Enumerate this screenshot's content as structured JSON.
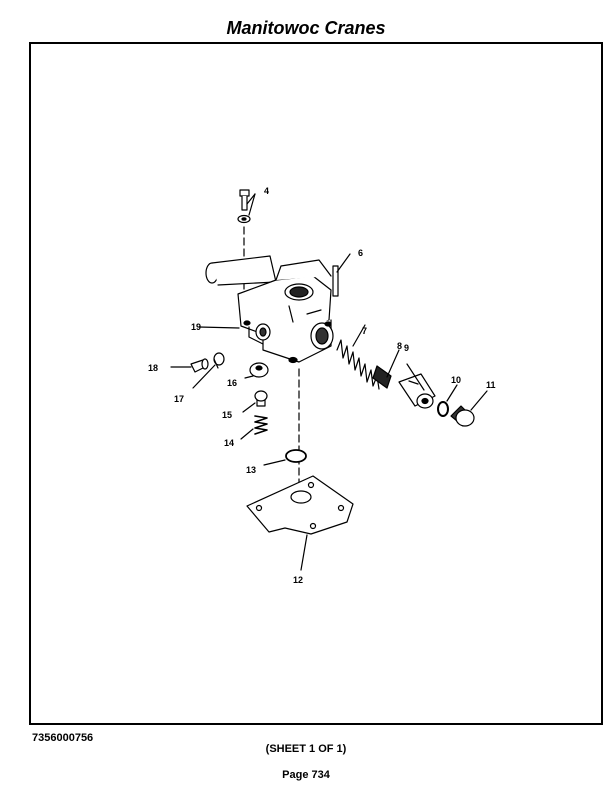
{
  "header": {
    "title": "Manitowoc Cranes"
  },
  "diagram": {
    "callouts": [
      "4",
      "6",
      "7",
      "8",
      "9",
      "10",
      "11",
      "12",
      "13",
      "14",
      "15",
      "16",
      "17",
      "18",
      "19"
    ]
  },
  "footer": {
    "part_number": "7356000756",
    "sheet": "(SHEET 1 OF 1)",
    "page": "Page 734"
  }
}
